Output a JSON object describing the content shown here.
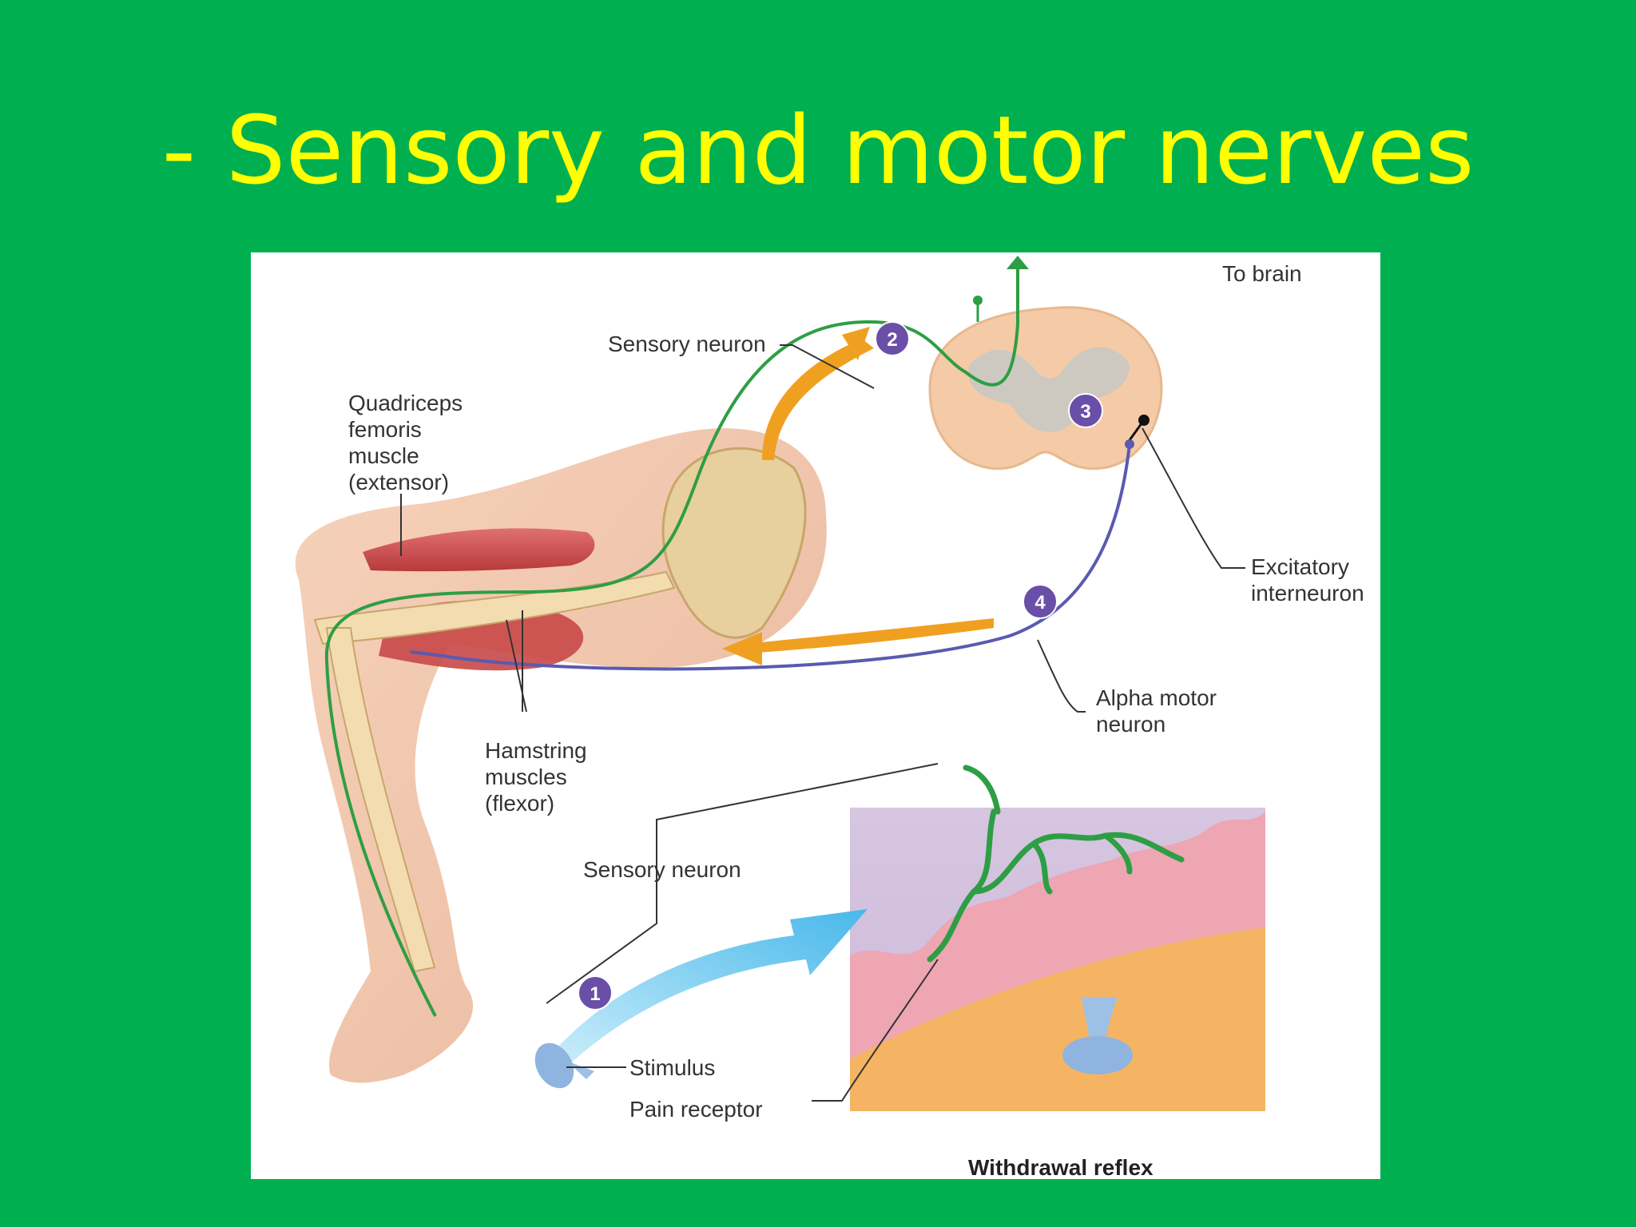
{
  "slide": {
    "title": "- Sensory and motor nerves"
  },
  "figure": {
    "caption": "Withdrawal reflex",
    "labels": {
      "to_brain": "To brain",
      "sensory_neuron_top": "Sensory neuron",
      "quadriceps": "Quadriceps\nfemoris\nmuscle\n(extensor)",
      "excitatory_interneuron": "Excitatory\ninterneuron",
      "alpha_motor_neuron": "Alpha motor\nneuron",
      "hamstring": "Hamstring\nmuscles\n(flexor)",
      "sensory_neuron_bottom": "Sensory neuron",
      "stimulus": "Stimulus",
      "pain_receptor": "Pain receptor"
    },
    "steps": [
      "1",
      "2",
      "3",
      "4"
    ],
    "colors": {
      "sensory_neuron": "#2e9e44",
      "motor_neuron": "#5a5ab0",
      "arrow_orange": "#f0a020",
      "arrow_blue": "#6ccaf0",
      "step_badge": "#6a4fa8"
    }
  }
}
